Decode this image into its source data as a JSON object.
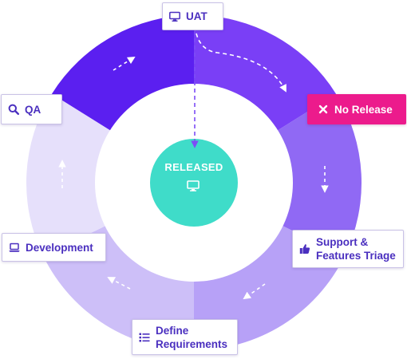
{
  "diagram": {
    "center": {
      "label": "RELEASED",
      "icon": "monitor-icon",
      "color": "#3fdcc9"
    },
    "ring_segments": [
      {
        "stage": "UAT",
        "color": "#5b1ff0"
      },
      {
        "stage": "No Release",
        "color": "#7a3ff6"
      },
      {
        "stage": "Support & Features Triage",
        "color": "#9069f4"
      },
      {
        "stage": "Define Requirements",
        "color": "#b7a1f7"
      },
      {
        "stage": "Development",
        "color": "#cdbff8"
      },
      {
        "stage": "QA",
        "color": "#e6e0fb"
      }
    ],
    "nodes": {
      "uat": {
        "label": "UAT",
        "icon": "monitor-icon"
      },
      "no_release": {
        "label": "No Release",
        "icon": "close-icon"
      },
      "support": {
        "line1": "Support &",
        "line2": "Features Triage",
        "icon": "thumbs-up-icon"
      },
      "define": {
        "line1": "Define",
        "line2": "Requirements",
        "icon": "list-icon"
      },
      "development": {
        "label": "Development",
        "icon": "laptop-icon"
      },
      "qa": {
        "label": "QA",
        "icon": "search-icon"
      }
    },
    "colors": {
      "label_text": "#4a2fbf",
      "no_release_bg": "#ec1b8c"
    }
  }
}
